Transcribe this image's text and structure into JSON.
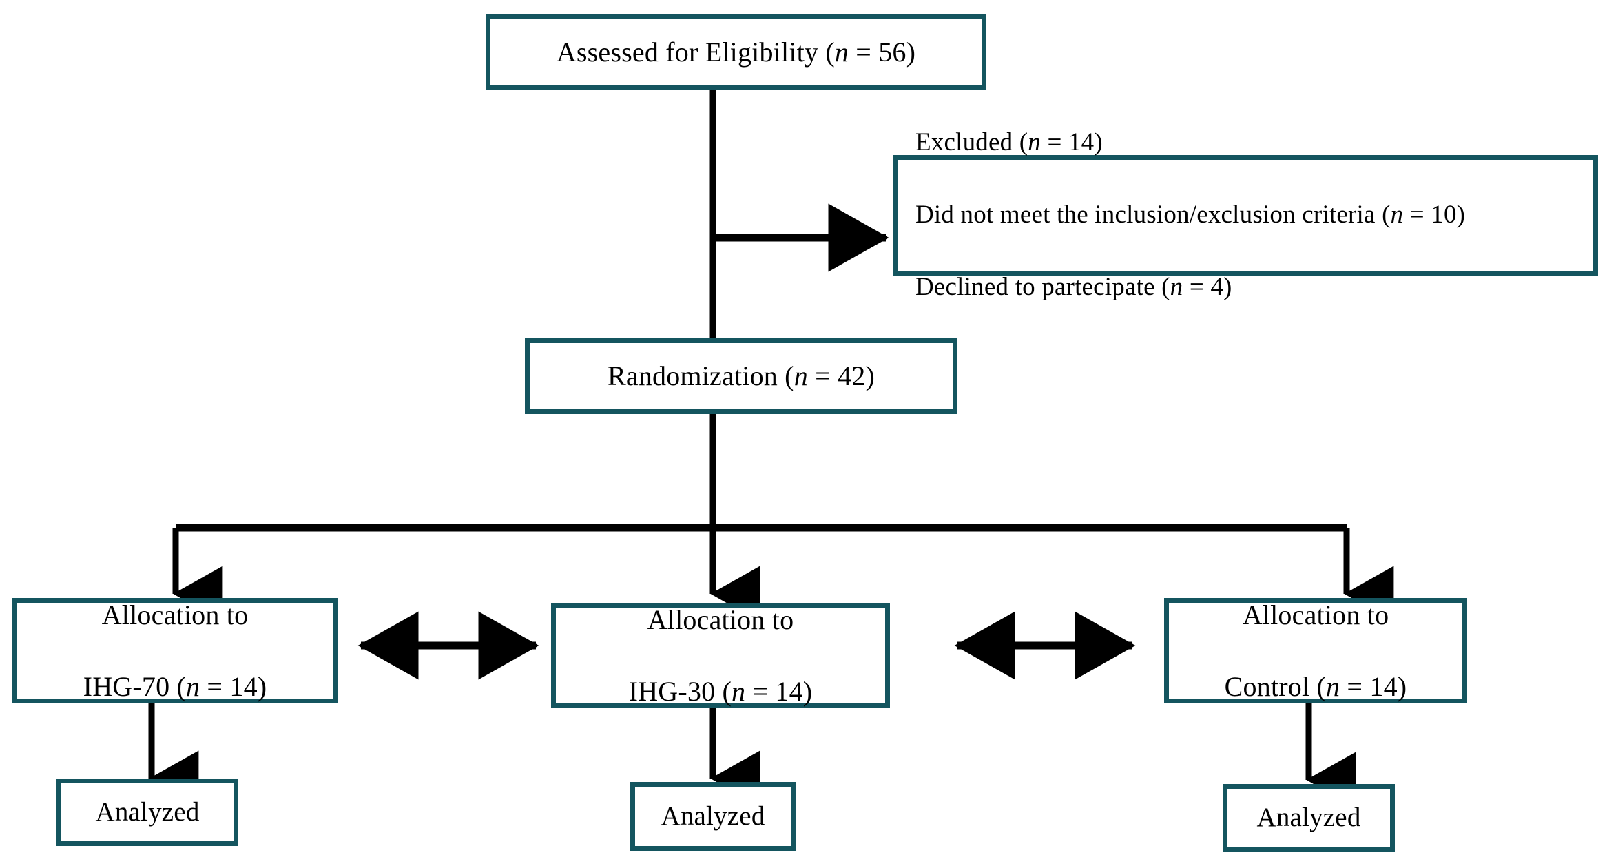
{
  "diagram": {
    "type": "consort-flow-diagram",
    "colors": {
      "box_border": "#14555f",
      "box_fill": "#ffffff",
      "connector": "#000000",
      "text": "#000000"
    },
    "nodes": {
      "assessed": {
        "id": "assessed-for-eligibility",
        "label": "Assessed for  Eligibility (n = 56)",
        "text_before": "Assessed for  Eligibility (",
        "italic_n": "n",
        "text_after": " = 56)",
        "n_value": 56
      },
      "excluded": {
        "id": "excluded",
        "line1_before": "Excluded (",
        "line1_n": "n",
        "line1_after": " = 14)",
        "line2_before": "Did not meet the inclusion/exclusion criteria (",
        "line2_n": "n",
        "line2_after": " = 10)",
        "line3_before": "Declined to partecipate (",
        "line3_n": "n",
        "line3_after": " = 4)",
        "n_total": 14,
        "n_criteria": 10,
        "n_declined": 4
      },
      "randomization": {
        "id": "randomization",
        "text_before": "Randomization (",
        "italic_n": "n",
        "text_after": " = 42)",
        "n_value": 42
      },
      "alloc_ihg70": {
        "id": "allocation-ihg-70",
        "line1": "Allocation to",
        "line2_before": "IHG-70 (",
        "line2_n": "n",
        "line2_after": " = 14)",
        "n_value": 14
      },
      "alloc_ihg30": {
        "id": "allocation-ihg-30",
        "line1": "Allocation to",
        "line2_before": "IHG-30 (",
        "line2_n": "n",
        "line2_after": " = 14)",
        "n_value": 14
      },
      "alloc_control": {
        "id": "allocation-control",
        "line1": "Allocation to",
        "line2_before": "Control (",
        "line2_n": "n",
        "line2_after": " = 14)",
        "n_value": 14
      },
      "analyzed_ihg70": {
        "id": "analyzed-ihg-70",
        "label": "Analyzed"
      },
      "analyzed_ihg30": {
        "id": "analyzed-ihg-30",
        "label": "Analyzed"
      },
      "analyzed_control": {
        "id": "analyzed-control",
        "label": "Analyzed"
      }
    },
    "connectors": [
      {
        "name": "assessed-to-randomization",
        "kind": "vertical-line"
      },
      {
        "name": "assessed-to-excluded",
        "kind": "arrow-right"
      },
      {
        "name": "randomization-to-split-bus",
        "kind": "vertical-line"
      },
      {
        "name": "split-bus",
        "kind": "horizontal-bus"
      },
      {
        "name": "bus-to-alloc-ihg70",
        "kind": "arrow-down"
      },
      {
        "name": "bus-to-alloc-ihg30",
        "kind": "arrow-down"
      },
      {
        "name": "bus-to-alloc-control",
        "kind": "arrow-down"
      },
      {
        "name": "alloc-ihg70-to-analyzed",
        "kind": "arrow-down"
      },
      {
        "name": "alloc-ihg30-to-analyzed",
        "kind": "arrow-down"
      },
      {
        "name": "alloc-control-to-analyzed",
        "kind": "arrow-down"
      },
      {
        "name": "ihg70-ihg30-comparison",
        "kind": "arrow-double-horizontal"
      },
      {
        "name": "ihg30-control-comparison",
        "kind": "arrow-double-horizontal"
      }
    ]
  }
}
